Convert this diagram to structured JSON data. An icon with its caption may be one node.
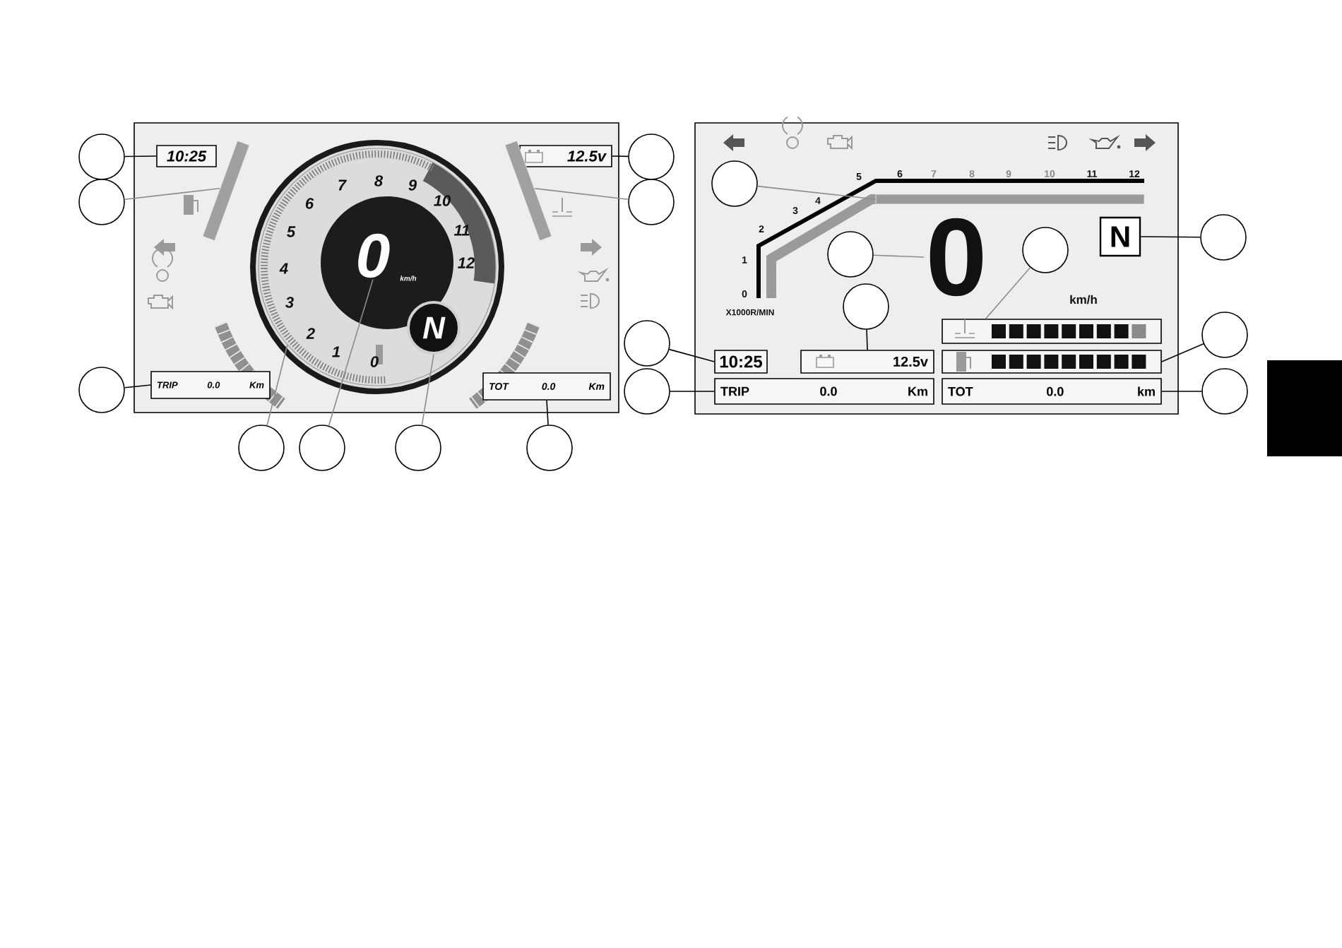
{
  "diagram": {
    "nodes": [
      {
        "text": [],
        "shape": "circle"
      },
      {
        "text": [
          "10:25"
        ]
      },
      {
        "text": [
          "12.5v"
        ]
      },
      {
        "text": [],
        "shape": "circle"
      },
      {
        "text": [],
        "shape": "circle"
      },
      {
        "text": [],
        "shape": "circle"
      },
      {
        "text": [
          "0"
        ],
        "in": 34
      },
      {
        "text": [
          "N"
        ],
        "in": 34
      },
      {
        "text": [
          "TRIP",
          "0.0",
          "Km"
        ]
      },
      {
        "text": [
          "TOT",
          "0.0",
          "Km"
        ]
      },
      {
        "text": [],
        "shape": "circle"
      },
      {
        "text": [],
        "shape": "circle"
      },
      {
        "text": [],
        "shape": "circle"
      },
      {
        "text": [],
        "shape": "circle"
      },
      {
        "text": [],
        "shape": "circle"
      },
      {
        "text": [],
        "shape": "circle"
      },
      {
        "text": [
          "N"
        ]
      },
      {
        "text": [],
        "shape": "circle"
      },
      {
        "text": [],
        "shape": "circle"
      },
      {
        "text": [
          "0"
        ]
      },
      {
        "text": [],
        "shape": "circle"
      },
      {
        "text": [],
        "shape": "circle"
      },
      {
        "text": [],
        "shape": "box"
      },
      {
        "text": [
          "10:25"
        ]
      },
      {
        "text": [
          "12.5v"
        ]
      },
      {
        "text": [],
        "shape": "box"
      },
      {
        "text": [],
        "shape": "circle"
      },
      {
        "text": [],
        "shape": "circle"
      },
      {
        "text": [
          "TRIP",
          "0.0",
          "Km"
        ]
      },
      {
        "text": [
          "TOT",
          "0.0",
          "km"
        ]
      },
      {
        "text": [],
        "shape": "circle"
      },
      {
        "text": [],
        "shape": "circle"
      },
      {
        "text": [],
        "shape": "bar"
      },
      {
        "text": [],
        "shape": "bar"
      },
      {
        "text": [],
        "shape": "circle"
      },
      {
        "text": [],
        "shape": "bar"
      }
    ],
    "edges": [
      {
        "from": 0,
        "to": 1,
        "arrow": "none"
      },
      {
        "from": 3,
        "to": 2,
        "arrow": "none"
      },
      {
        "from": 4,
        "to": 32,
        "arrow": "none",
        "color": "#8c8c8c"
      },
      {
        "from": 5,
        "to": 33,
        "arrow": "none",
        "color": "#8c8c8c"
      },
      {
        "from": 10,
        "to": 8,
        "arrow": "none"
      },
      {
        "from": 11,
        "to": 34,
        "arrow": "none",
        "color": "#8c8c8c"
      },
      {
        "from": 12,
        "to": 6,
        "arrow": "none",
        "color": "#8c8c8c"
      },
      {
        "from": 13,
        "to": 7,
        "arrow": "none",
        "color": "#8c8c8c"
      },
      {
        "from": 14,
        "to": 9,
        "arrow": "none"
      },
      {
        "from": 15,
        "to": 35,
        "arrow": "none",
        "color": "#8c8c8c"
      },
      {
        "from": 17,
        "to": 16,
        "arrow": "none"
      },
      {
        "from": 18,
        "to": 19,
        "arrow": "none",
        "color": "#8c8c8c"
      },
      {
        "from": 20,
        "to": 22,
        "arrow": "none",
        "color": "#8c8c8c"
      },
      {
        "from": 21,
        "to": 24,
        "arrow": "none"
      },
      {
        "from": 26,
        "to": 23,
        "arrow": "none"
      },
      {
        "from": 27,
        "to": 25,
        "arrow": "none"
      },
      {
        "from": 30,
        "to": 28,
        "arrow": "none"
      },
      {
        "from": 31,
        "to": 29,
        "arrow": "none"
      }
    ],
    "labels": [
      "0",
      "1",
      "2",
      "3",
      "4",
      "5",
      "6",
      "7",
      "8",
      "9",
      "10",
      "11",
      "12",
      "km/h",
      "0",
      "1",
      "2",
      "3",
      "4",
      "5",
      "6",
      "7",
      "8",
      "9",
      "10",
      "11",
      "12",
      "X1000R/MIN",
      "km/h"
    ]
  }
}
